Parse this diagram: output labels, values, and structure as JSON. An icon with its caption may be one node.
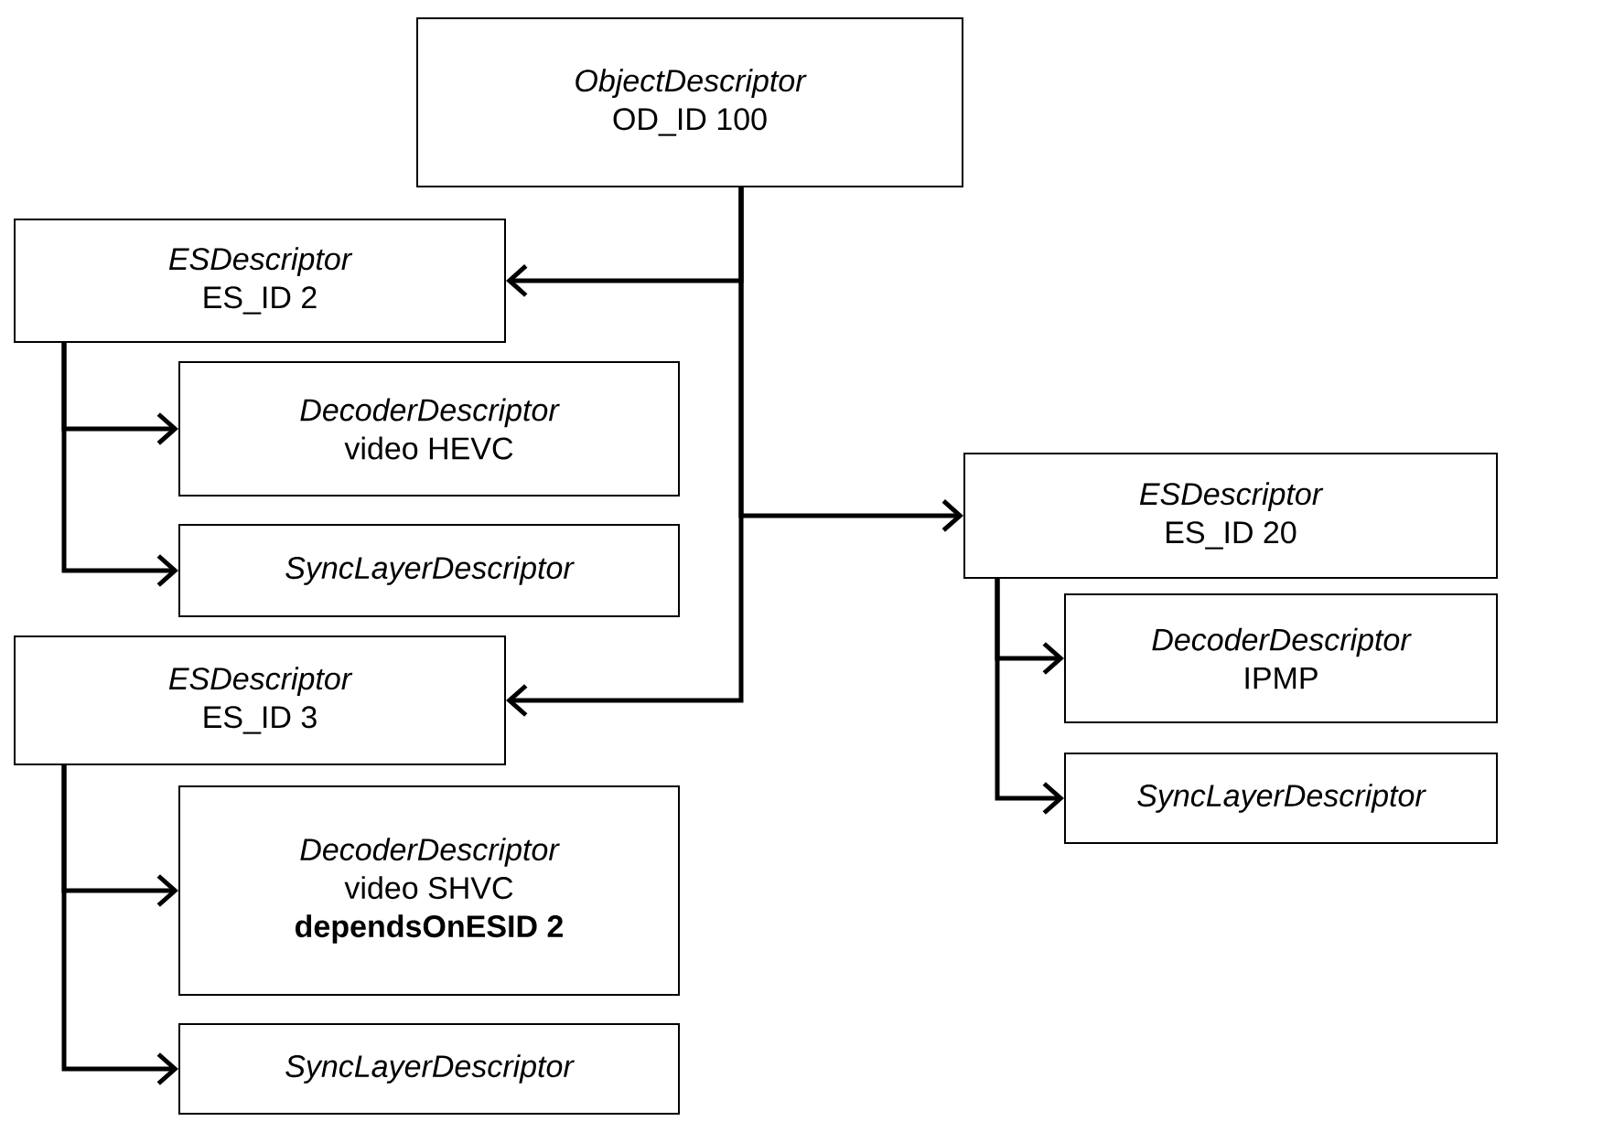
{
  "diagram": {
    "nodes": [
      {
        "text": [
          "ObjectDescriptor",
          "OD_ID 100"
        ]
      },
      {
        "text": [
          "ESDescriptor",
          "ES_ID 2"
        ]
      },
      {
        "text": [
          "DecoderDescriptor",
          "video HEVC"
        ]
      },
      {
        "text": [
          "SyncLayerDescriptor"
        ]
      },
      {
        "text": [
          "ESDescriptor",
          "ES_ID 20"
        ]
      },
      {
        "text": [
          "DecoderDescriptor",
          "IPMP"
        ]
      },
      {
        "text": [
          "SyncLayerDescriptor"
        ]
      },
      {
        "text": [
          "ESDescriptor",
          "ES_ID 3"
        ]
      },
      {
        "text": [
          "DecoderDescriptor",
          "video SHVC",
          "dependsOnESID 2"
        ]
      },
      {
        "text": [
          "SyncLayerDescriptor"
        ]
      }
    ],
    "edges": [
      {
        "from": 0,
        "to": 1,
        "arrow": "to"
      },
      {
        "from": 0,
        "to": 4,
        "arrow": "to"
      },
      {
        "from": 0,
        "to": 7,
        "arrow": "to"
      },
      {
        "from": 1,
        "to": 2,
        "arrow": "to"
      },
      {
        "from": 1,
        "to": 3,
        "arrow": "to"
      },
      {
        "from": 4,
        "to": 5,
        "arrow": "to"
      },
      {
        "from": 4,
        "to": 6,
        "arrow": "to"
      },
      {
        "from": 7,
        "to": 8,
        "arrow": "to"
      },
      {
        "from": 7,
        "to": 9,
        "arrow": "to"
      }
    ]
  }
}
